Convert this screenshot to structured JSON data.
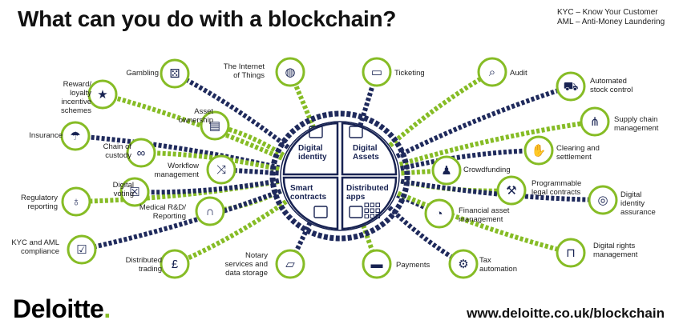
{
  "title": "What can you do with a blockchain?",
  "abbreviations": [
    "KYC – Know Your Customer",
    "AML – Anti-Money Laundering"
  ],
  "core": {
    "digital_identity": "Digital identity",
    "digital_assets": "Digital Assets",
    "smart_contracts": "Smart contracts",
    "distributed_apps": "Distributed apps"
  },
  "uses": {
    "reward": "Reward/\nloyalty\nincentive\nschemes",
    "gambling": "Gambling",
    "iot": "The Internet\nof Things",
    "ticketing": "Ticketing",
    "audit": "Audit",
    "stock": "Automated\nstock control",
    "insurance": "Insurance",
    "asset_ownership": "Asset\nownership",
    "supply_chain": "Supply chain\nmanagement",
    "chain_custody": "Chain of\ncustody",
    "clearing": "Clearing and\nsettlement",
    "workflow": "Workflow\nmanagement",
    "crowdfunding": "Crowdfunding",
    "regulatory": "Regulatory\nreporting",
    "voting": "Digital\nvoting",
    "programmable": "Programmable\nlegal contracts",
    "identity_assurance": "Digital\nidentity\nassurance",
    "medical": "Medical R&D/\nReporting",
    "financial": "Financial asset\nmanagement",
    "kyc": "KYC and AML\ncompliance",
    "distributed_trading": "Distributed\ntrading",
    "notary": "Notary\nservices and\ndata storage",
    "payments": "Payments",
    "tax": "Tax\nautomation",
    "rights": "Digital rights\nmanagement"
  },
  "brand": "Deloitte",
  "brand_dot": ".",
  "url": "www.deloitte.co.uk/blockchain",
  "colors": {
    "navy": "#1f2a5c",
    "green": "#86bc25",
    "dark_navy": "#182352"
  },
  "icons": {
    "reward": "star-icon",
    "gambling": "dice-icon",
    "iot": "globe-icon",
    "ticketing": "ticket-icon",
    "audit": "magnifier-icon",
    "stock": "cart-icon",
    "insurance": "umbrella-icon",
    "asset_ownership": "document-icon",
    "supply_chain": "hierarchy-icon",
    "chain_custody": "link-icon",
    "clearing": "handshake-icon",
    "workflow": "shuffle-icon",
    "crowdfunding": "people-icon",
    "regulatory": "microphone-icon",
    "voting": "ballot-icon",
    "programmable": "gavel-icon",
    "identity_assurance": "fingerprint-icon",
    "medical": "stethoscope-icon",
    "financial": "pie-chart-icon",
    "kyc": "checkbox-icon",
    "distributed_trading": "coin-icon",
    "notary": "folder-icon",
    "payments": "card-icon",
    "tax": "cog-icon",
    "rights": "padlock-icon"
  }
}
